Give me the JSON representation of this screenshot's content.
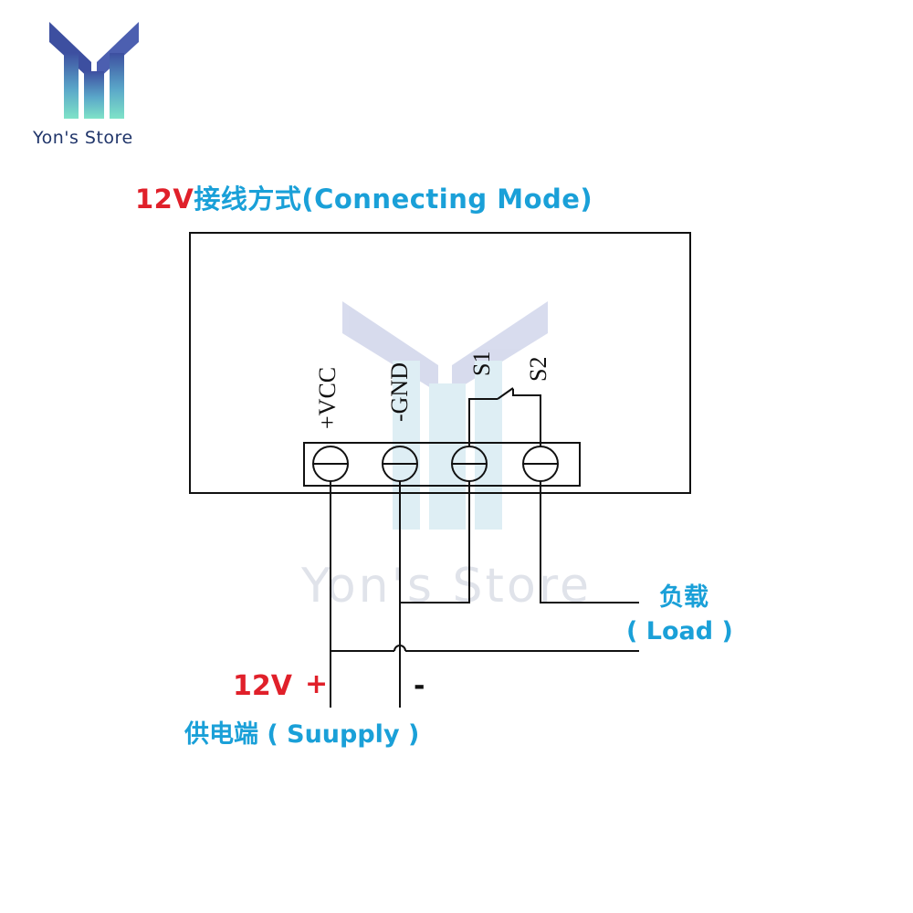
{
  "brand": {
    "name": "Yon's Store",
    "watermark_text": "Yon's Store"
  },
  "title": {
    "voltage": "12V",
    "text": "接线方式(Connecting  Mode)"
  },
  "pins": [
    "+VCC",
    "-GND",
    "S1",
    "S2"
  ],
  "load": {
    "cn": "负载",
    "en": "( Load )"
  },
  "supply": {
    "voltage": "12V",
    "plus": "+",
    "minus": "-",
    "text": "供电端 ( Suupply )"
  },
  "colors": {
    "accent_blue": "#1aa0d8",
    "accent_red": "#e0202a",
    "line": "#111111"
  }
}
